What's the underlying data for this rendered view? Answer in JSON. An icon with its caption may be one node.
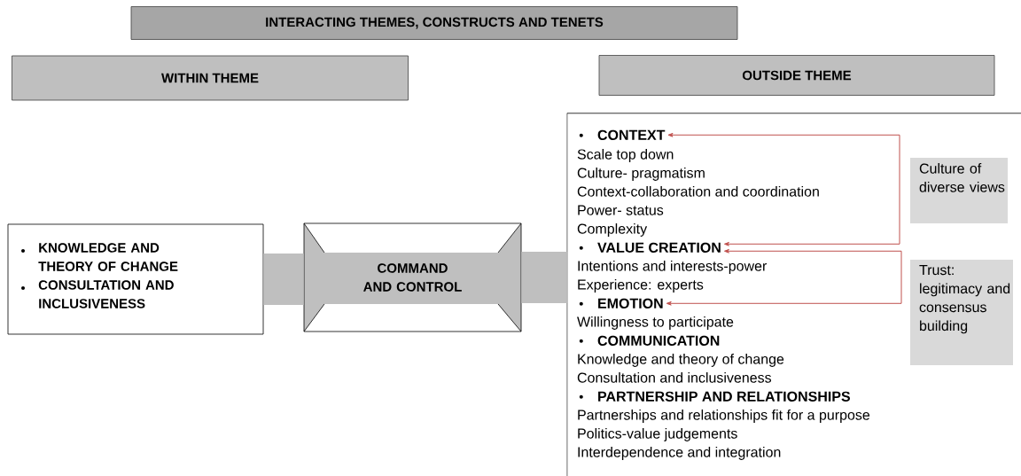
{
  "diagram": {
    "nodes": [
      {
        "text": [
          "INTERACTING THEMES, CONSTRUCTS AND TENETS"
        ]
      },
      {
        "text": [
          "WITHIN THEME"
        ]
      },
      {
        "text": [
          "OUTSIDE THEME"
        ]
      },
      {
        "text": [
          "KNOWLEDGE AND THEORY OF CHANGE",
          "CONSULTATION AND INCLUSIVENESS"
        ]
      },
      {
        "text": [
          "COMMAND AND CONTROL"
        ]
      },
      {
        "text": [],
        "shape": "box"
      },
      {
        "text": [
          "CONTEXT"
        ],
        "in": 5
      },
      {
        "text": [
          "Scale top down",
          "Culture- pragmatism",
          "Context-collaboration and coordination",
          "Power- status",
          "Complexity"
        ],
        "in": 5
      },
      {
        "text": [
          "VALUE CREATION"
        ],
        "in": 5
      },
      {
        "text": [
          "Intentions and interests-power",
          "Experience: experts"
        ],
        "in": 5
      },
      {
        "text": [
          "EMOTION"
        ],
        "in": 5
      },
      {
        "text": [
          "Willingness to participate"
        ],
        "in": 5
      },
      {
        "text": [
          "COMMUNICATION"
        ],
        "in": 5
      },
      {
        "text": [
          "Knowledge and theory of change",
          "Consultation and inclusiveness"
        ],
        "in": 5
      },
      {
        "text": [
          "PARTNERSHIP AND RELATIONSHIPS"
        ],
        "in": 5
      },
      {
        "text": [
          "Partnerships and relationships fit for a purpose",
          "Politics-value judgements",
          "Interdependence and integration"
        ],
        "in": 5
      },
      {
        "text": [
          "Culture of diverse views"
        ],
        "in": 5
      },
      {
        "text": [
          "Trust: legitimacy and consensus building"
        ],
        "in": 5
      }
    ],
    "edges": [
      {
        "from": 3,
        "to": 4,
        "arrow": "none",
        "style": "thick",
        "color": "#bfbfbf"
      },
      {
        "from": 4,
        "to": 5,
        "arrow": "none",
        "style": "thick",
        "color": "#bfbfbf"
      },
      {
        "from": 6,
        "to": 8,
        "arrow": "both",
        "color": "#c0504d"
      },
      {
        "from": 8,
        "to": 10,
        "arrow": "both",
        "color": "#c0504d"
      }
    ]
  }
}
